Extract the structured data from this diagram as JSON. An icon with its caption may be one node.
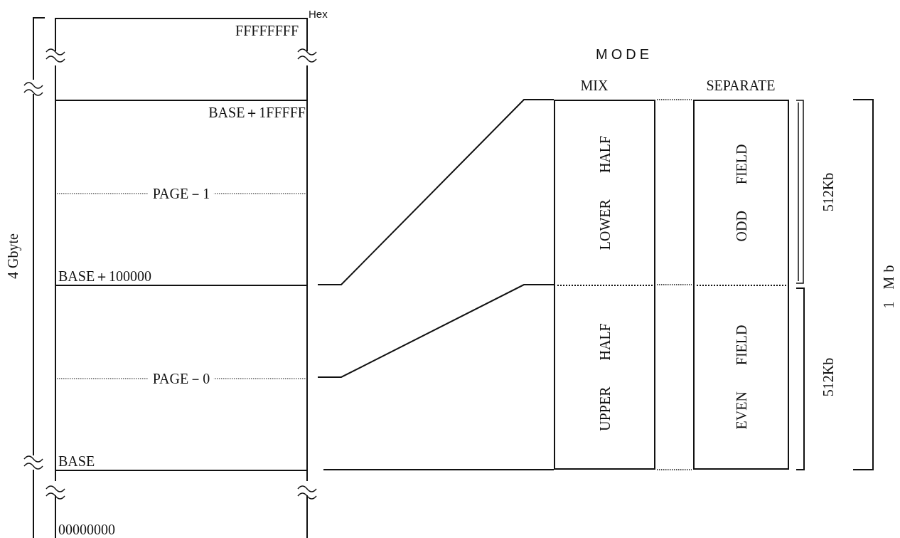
{
  "diagram": {
    "nodes": [
      {
        "text": [
          "FFFFFFFF"
        ]
      },
      {
        "text": [
          "BASE＋1FFFFF",
          "PAGE－1",
          "BASE＋100000"
        ]
      },
      {
        "text": [
          "PAGE－0",
          "BASE"
        ]
      },
      {
        "text": [
          "00000000"
        ]
      },
      {
        "text": [
          "LOWER HALF"
        ]
      },
      {
        "text": [
          "UPPER HALF"
        ]
      },
      {
        "text": [
          "ODD FIELD"
        ]
      },
      {
        "text": [
          "EVEN FIELD"
        ]
      }
    ],
    "edges": [
      {
        "from": 1,
        "to": 4,
        "arrow": "none"
      },
      {
        "from": 2,
        "to": 5,
        "arrow": "none"
      },
      {
        "from": 2,
        "to": 5,
        "arrow": "none"
      },
      {
        "from": 4,
        "to": 6,
        "arrow": "none",
        "style": "dashed"
      },
      {
        "from": 5,
        "to": 7,
        "arrow": "none",
        "style": "dashed"
      },
      {
        "from": 4,
        "to": 6,
        "arrow": "none",
        "style": "dashed"
      }
    ],
    "labels": [
      "Hex",
      "MODE",
      "MIX",
      "SEPARATE",
      "4 Gbyte",
      "512Kb",
      "512Kb",
      "1 Mb"
    ]
  }
}
